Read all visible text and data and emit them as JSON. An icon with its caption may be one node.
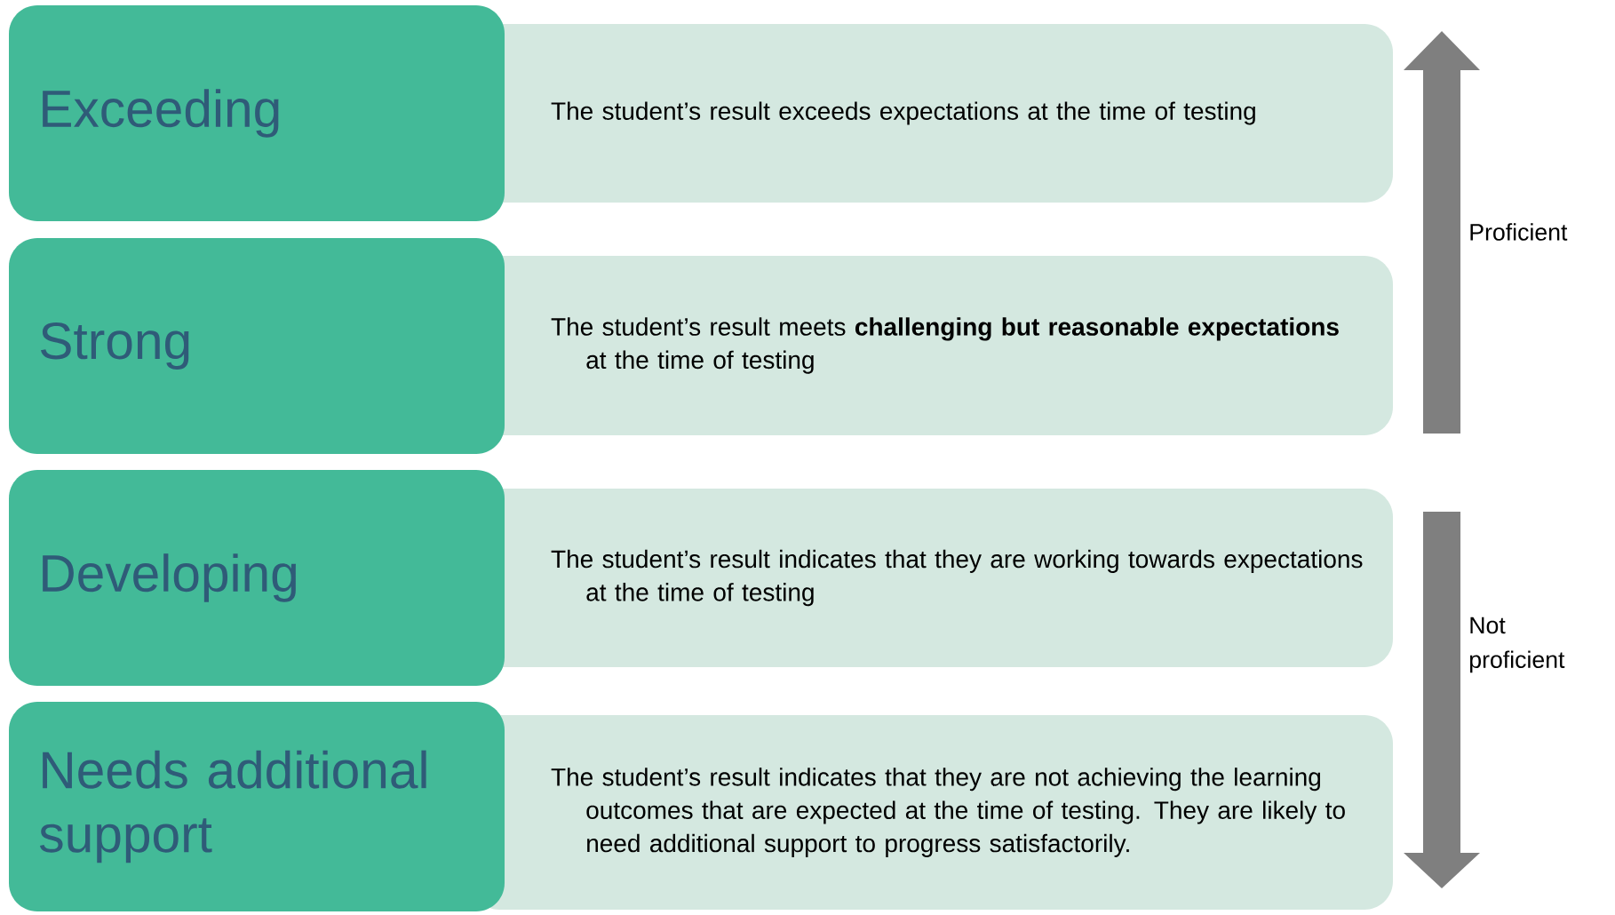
{
  "diagram": {
    "nodes": [
      {
        "text": [
          "Exceeding"
        ]
      },
      {
        "text": [
          "The student’s result exceeds expectations at the time of testing"
        ]
      },
      {
        "text": [
          "Strong"
        ]
      },
      {
        "text": [
          "The student’s result meets **challenging but reasonable expectations** at the time of testing"
        ]
      },
      {
        "text": [
          "Developing"
        ]
      },
      {
        "text": [
          "The student’s result indicates that they are working towards expectations at the time of testing"
        ]
      },
      {
        "text": [
          "Needs additional support"
        ]
      },
      {
        "text": [
          "The student’s result indicates that they are not achieving the learning outcomes that are expected at the time of testing. They are likely to need additional support to progress satisfactorily."
        ]
      }
    ],
    "labels": [
      "Proficient",
      "Not proficient"
    ]
  }
}
